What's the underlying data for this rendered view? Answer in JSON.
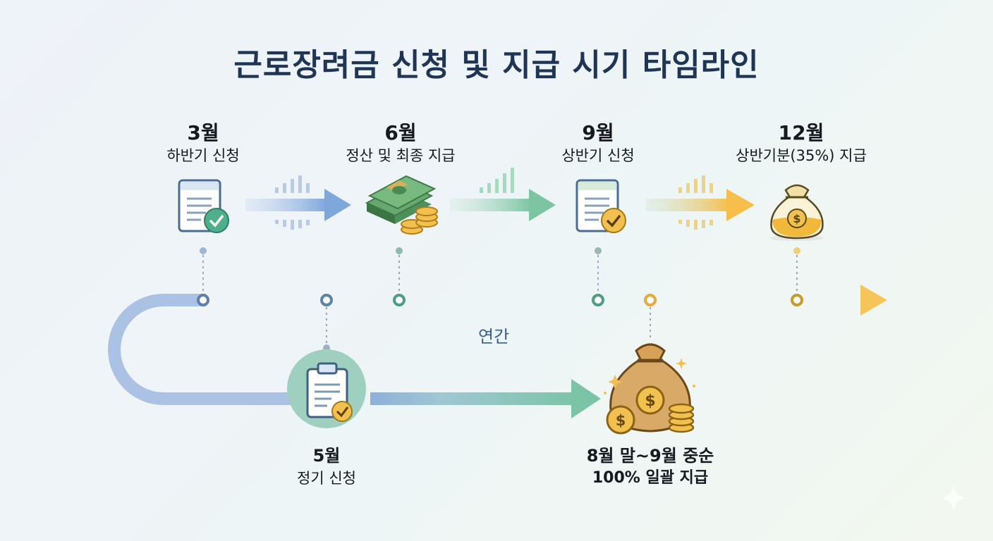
{
  "title": "근로장려금 신청 및 지급 시기 타임라인",
  "timeline_label": "연간",
  "stages": {
    "march": {
      "month": "3월",
      "desc": "하반기 신청",
      "icon": "document-check-icon"
    },
    "june": {
      "month": "6월",
      "desc": "정산 및 최종 지급",
      "icon": "cash-stack-icon"
    },
    "september": {
      "month": "9월",
      "desc": "상반기 신청",
      "icon": "document-check-icon"
    },
    "december": {
      "month": "12월",
      "desc": "상반기분(35%) 지급",
      "icon": "money-bag-icon"
    },
    "may": {
      "month": "5월",
      "desc": "정기 신청",
      "icon": "clipboard-check-icon"
    },
    "aug_sep": {
      "month": "8월 말~9월 중순",
      "desc": "100% 일괄 지급",
      "icon": "money-bag-coins-icon"
    }
  },
  "colors": {
    "title": "#1f3556",
    "timeline_blue": "#8fb0da",
    "timeline_green": "#8fcfb4",
    "timeline_gold": "#f6c55a",
    "check_green": "#4fae8c"
  }
}
